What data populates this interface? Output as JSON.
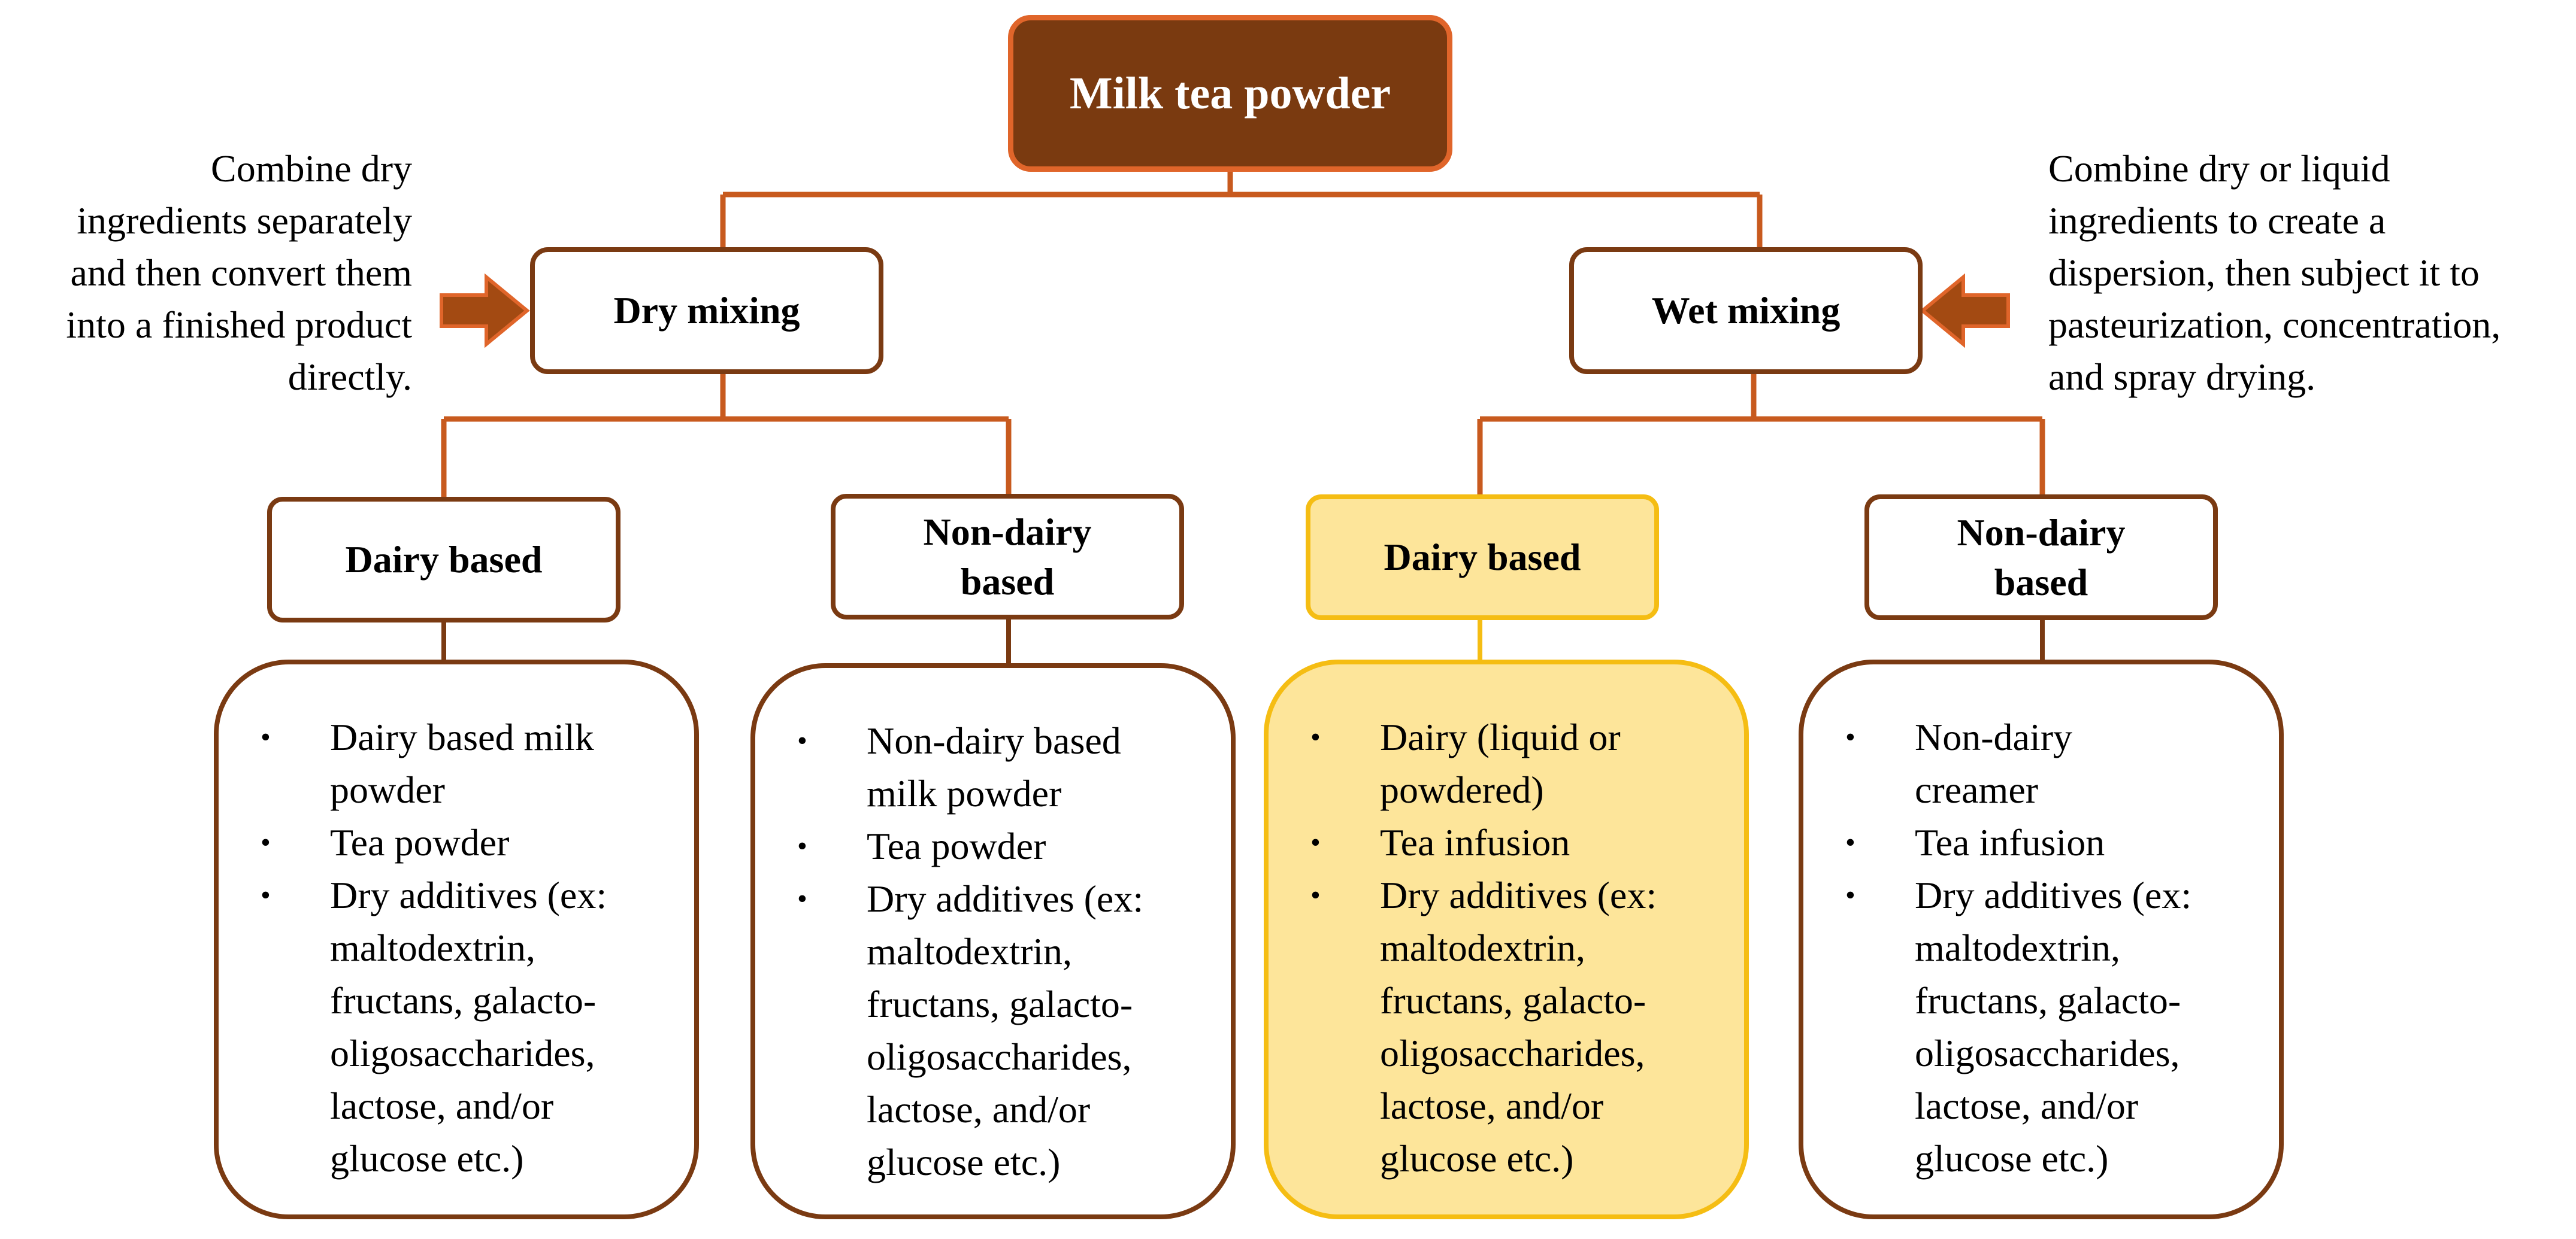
{
  "colors": {
    "root_fill": "#7a3a10",
    "root_border": "#e0652a",
    "box_border": "#7a3a12",
    "connector": "#c85a1e",
    "highlight_fill": "#fde59a",
    "highlight_border": "#f5bd13",
    "arrow_fill": "#a34a12"
  },
  "root": {
    "label": "Milk tea powder"
  },
  "dry": {
    "label": "Dry mixing",
    "description": "Combine dry\ningredients separately\nand then convert them\ninto a finished product\ndirectly.",
    "arrow_icon": "arrow-right-icon"
  },
  "wet": {
    "label": "Wet mixing",
    "description": "Combine dry or liquid\ningredients to create a\ndispersion, then subject it to\npasteurization, concentration,\nand spray drying.",
    "arrow_icon": "arrow-left-icon"
  },
  "categories": [
    {
      "label": "Dairy based",
      "bullet": "•",
      "items": [
        "Dairy based milk powder",
        "Tea powder",
        "Dry additives (ex: maltodextrin, fructans, galacto-oligosaccharides, lactose, and/or glucose etc.)"
      ]
    },
    {
      "label": "Non-dairy based",
      "bullet": "•",
      "items": [
        "Non-dairy based milk powder",
        "Tea powder",
        "Dry additives (ex: maltodextrin, fructans, galacto-oligosaccharides, lactose, and/or glucose etc.)"
      ]
    },
    {
      "label": "Dairy based",
      "bullet": "•",
      "items": [
        "Dairy (liquid or powdered)",
        "Tea infusion",
        "Dry additives (ex: maltodextrin, fructans, galacto-oligosaccharides, lactose, and/or glucose etc.)"
      ]
    },
    {
      "label": "Non-dairy based",
      "bullet": "•",
      "items": [
        "Non-dairy creamer",
        "Tea infusion",
        "Dry additives (ex: maltodextrin, fructans, galacto-oligosaccharides, lactose, and/or glucose etc.)"
      ]
    }
  ]
}
